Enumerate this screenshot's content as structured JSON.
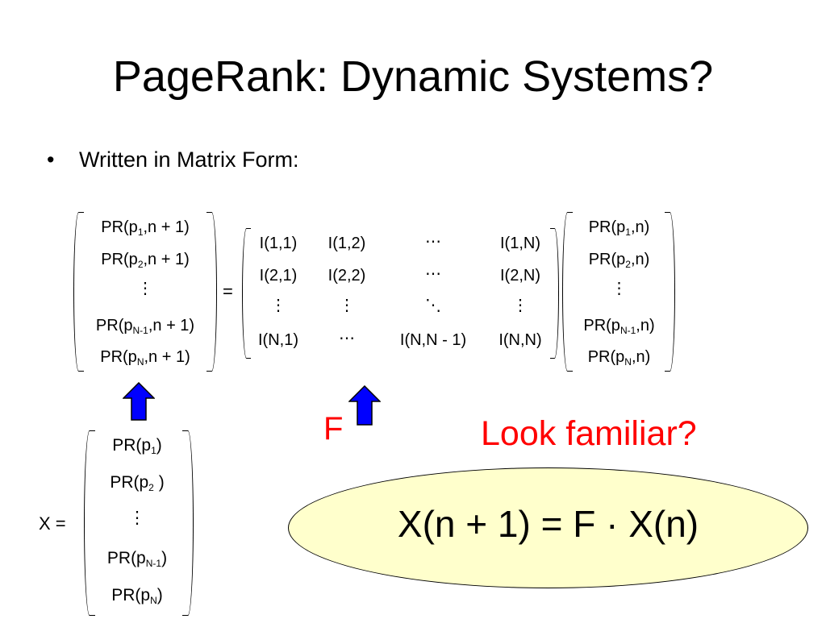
{
  "slide": {
    "title": "PageRank: Dynamic Systems?",
    "bullet_marker": "•",
    "bullet": "Written in Matrix Form:"
  },
  "lhs_vector": [
    {
      "pre": "PR(p",
      "sub": "1",
      "post": ",n + 1)"
    },
    {
      "pre": "PR(p",
      "sub": "2",
      "post": ",n + 1)"
    },
    {
      "pre": "⋮",
      "sub": "",
      "post": ""
    },
    {
      "pre": "PR(p",
      "sub": "N-1",
      "post": ",n + 1)"
    },
    {
      "pre": "PR(p",
      "sub": "N",
      "post": ",n + 1)"
    }
  ],
  "equals": "=",
  "matrix": {
    "rows": [
      [
        "I(1,1)",
        "I(1,2)",
        "⋯",
        "I(1,N)"
      ],
      [
        "I(2,1)",
        "I(2,2)",
        "⋯",
        "I(2,N)"
      ],
      [
        "⋮",
        "⋮",
        "⋱",
        "⋮"
      ],
      [
        "I(N,1)",
        "⋯",
        "I(N,N - 1)",
        "I(N,N)"
      ]
    ]
  },
  "rhs_vector": [
    {
      "pre": "PR(p",
      "sub": "1",
      "post": ",n)"
    },
    {
      "pre": "PR(p",
      "sub": "2",
      "post": ",n)"
    },
    {
      "pre": "⋮",
      "sub": "",
      "post": ""
    },
    {
      "pre": "PR(p",
      "sub": "N-1",
      "post": ",n)"
    },
    {
      "pre": "PR(p",
      "sub": "N",
      "post": ",n)"
    }
  ],
  "labels": {
    "f": "F",
    "look_familiar": "Look familiar?",
    "x_eq": "X ="
  },
  "x_vector": [
    {
      "pre": "PR(p",
      "sub": "1",
      "post": ")"
    },
    {
      "pre": "PR(p",
      "sub": "2",
      "post": " )"
    },
    {
      "pre": "⋮",
      "sub": "",
      "post": ""
    },
    {
      "pre": "PR(p",
      "sub": "N-1",
      "post": ")"
    },
    {
      "pre": "PR(p",
      "sub": "N",
      "post": ")"
    }
  ],
  "equation": "X(n + 1) = F · X(n)",
  "colors": {
    "arrow_fill": "#0000ff",
    "arrow_stroke": "#000000",
    "ellipse_fill": "#ffffcc",
    "highlight_text": "#ff0000"
  }
}
